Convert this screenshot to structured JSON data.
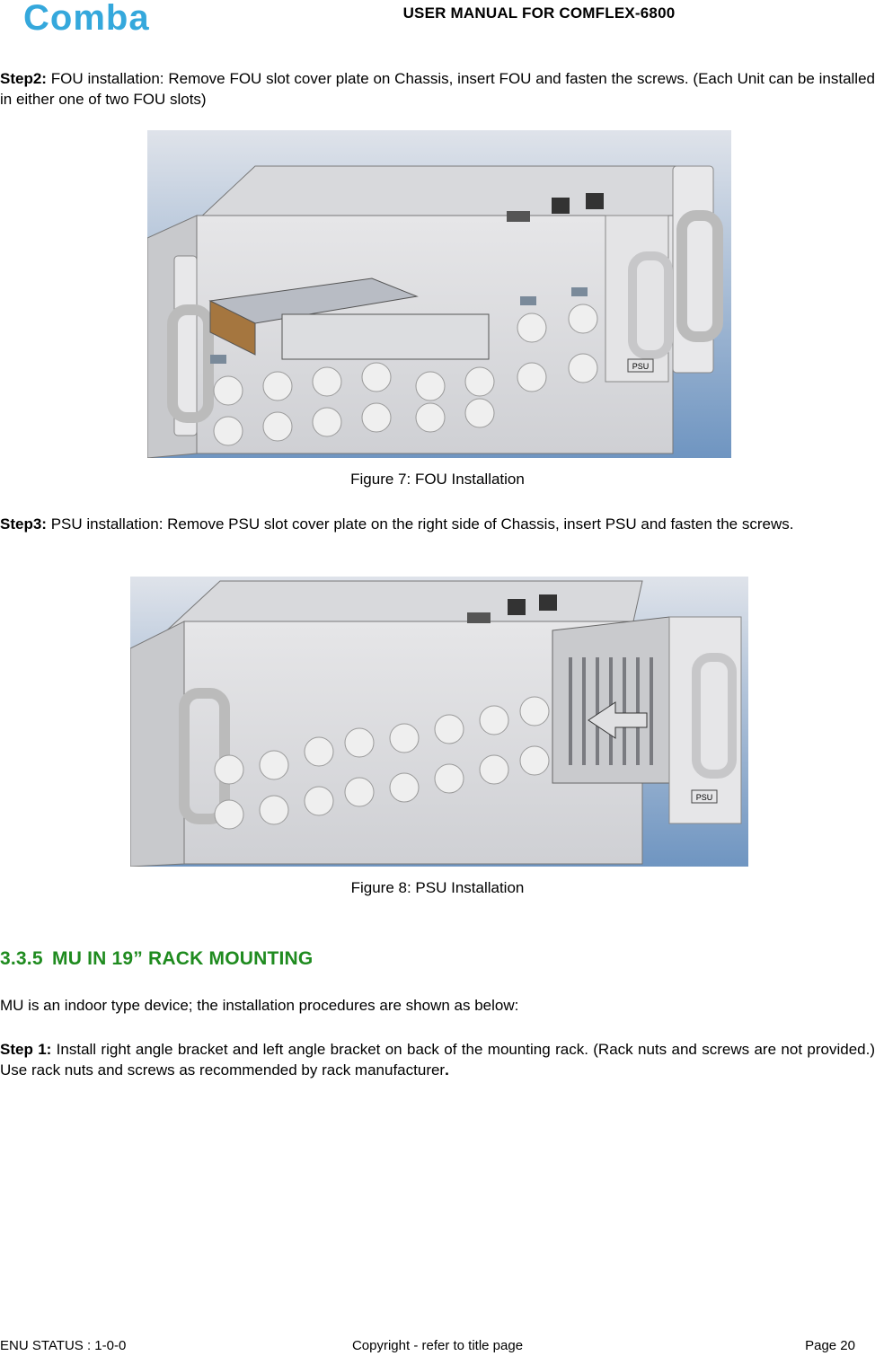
{
  "header": {
    "logo_text": "Comba",
    "title": "USER MANUAL FOR COMFLEX-6800"
  },
  "step2": {
    "label": "Step2:",
    "text": " FOU installation: Remove FOU slot cover plate on Chassis, insert FOU and fasten the screws. (Each Unit can be installed in either one of two FOU slots)"
  },
  "figure7": {
    "caption": "Figure 7: FOU Installation",
    "unit_label": "PSU"
  },
  "step3": {
    "label": "Step3:",
    "text": " PSU installation: Remove PSU slot cover plate on the right side of Chassis, insert PSU and fasten the screws."
  },
  "figure8": {
    "caption": "Figure 8: PSU Installation",
    "unit_label": "PSU"
  },
  "section": {
    "number": "3.3.5",
    "title": "MU IN 19” RACK MOUNTING",
    "intro": "MU is an indoor type device; the installation procedures are shown as below:"
  },
  "step1": {
    "label": "Step 1:",
    "text": " Install right angle bracket and left angle bracket on back of the mounting rack. (Rack nuts and screws are not provided.) Use rack nuts and screws as recommended by rack manufacturer",
    "end": "."
  },
  "footer": {
    "left": "ENU STATUS : 1-0-0",
    "center": "Copyright - refer to title page",
    "right": "Page 20"
  },
  "colors": {
    "heading_green": "#1f8b1f",
    "logo_blue": "#35a8dc",
    "figure_background": "#7fa3c9"
  }
}
